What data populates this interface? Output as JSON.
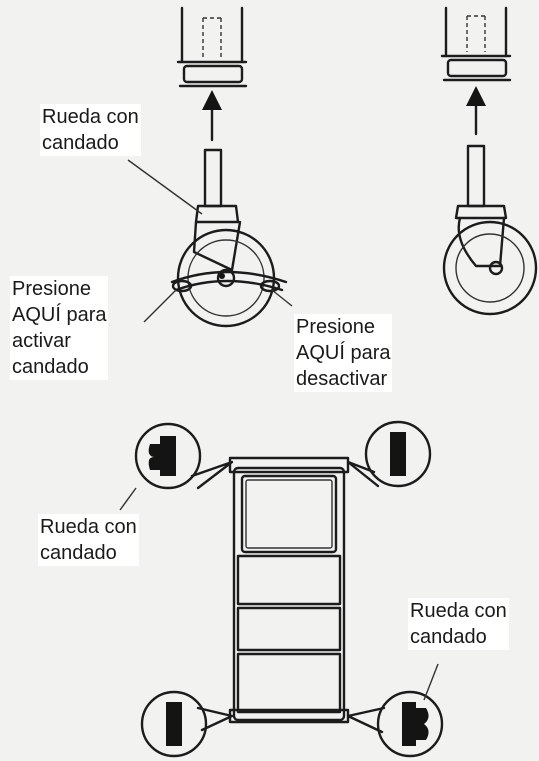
{
  "labels": {
    "wheel_with_lock_top": "Rueda con\ncandado",
    "press_here_activate": "Presione\nAQUÍ para\nactivar\ncandado",
    "press_here_deactivate": "Presione\nAQUÍ para\ndesactivar",
    "wheel_with_lock_left": "Rueda con\ncandado",
    "wheel_with_lock_right": "Rueda con\ncandado"
  }
}
